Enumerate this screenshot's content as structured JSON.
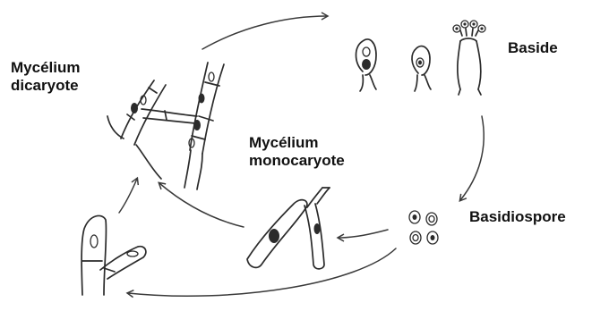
{
  "labels": {
    "dikaryotic_mycelium": [
      "Mycélium",
      "dicaryote"
    ],
    "monokaryotic_mycelium": [
      "Mycélium",
      "monocaryote"
    ],
    "basidium": "Baside",
    "basidiospore": "Basidiospore"
  },
  "colors": {
    "ink": "#2b2b2b",
    "background": "#ffffff"
  }
}
